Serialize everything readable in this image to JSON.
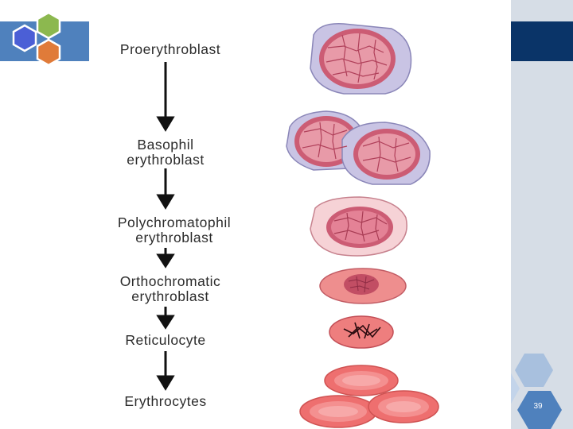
{
  "stages": [
    {
      "label": "Proerythroblast"
    },
    {
      "label": "Basophil\nerythroblast"
    },
    {
      "label": "Polychromatophil\nerythroblast"
    },
    {
      "label": "Orthochromatic\nerythroblast"
    },
    {
      "label": "Reticulocyte"
    },
    {
      "label": "Erythrocytes"
    }
  ],
  "page_number": "39",
  "colors": {
    "accent_blue": "#4f81bd",
    "dark_navy": "#0a3468",
    "panel_gray": "#d6dde6",
    "hex_green": "#8cb84f",
    "hex_purple": "#4b5fd6",
    "hex_orange": "#e07b39",
    "cell_cytoplasm": "#c9c4e4",
    "nucleus": "#cc5c74",
    "erythrocyte": "#ee6f6f"
  }
}
